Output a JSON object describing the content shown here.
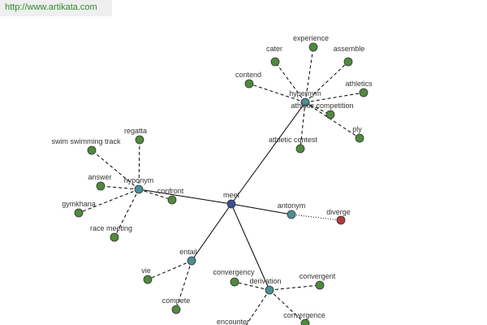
{
  "banner": {
    "url": "http://www.artikata.com"
  },
  "colors": {
    "center": "#3c4e92",
    "relation": "#4a8f93",
    "word": "#4f8a3c",
    "antonym_word": "#b23a3a"
  },
  "graph": {
    "nodes": [
      {
        "id": "meet",
        "label": "meet",
        "kind": "center"
      },
      {
        "id": "hypernym_top",
        "label": "hypernym",
        "kind": "relation"
      },
      {
        "id": "hyponym",
        "label": "hyponym",
        "kind": "relation"
      },
      {
        "id": "antonym",
        "label": "antonym",
        "kind": "relation"
      },
      {
        "id": "entail",
        "label": "entail",
        "kind": "relation"
      },
      {
        "id": "derivation",
        "label": "derivation",
        "kind": "relation"
      },
      {
        "id": "cater",
        "label": "cater",
        "kind": "word"
      },
      {
        "id": "experience",
        "label": "experience",
        "kind": "word"
      },
      {
        "id": "assemble",
        "label": "assemble",
        "kind": "word"
      },
      {
        "id": "contend",
        "label": "contend",
        "kind": "word"
      },
      {
        "id": "athletics",
        "label": "athletics",
        "kind": "word"
      },
      {
        "id": "athletic_competition",
        "label": "athletic competition",
        "kind": "word"
      },
      {
        "id": "ply",
        "label": "ply",
        "kind": "word"
      },
      {
        "id": "athletic_contest",
        "label": "athletic contest",
        "kind": "word"
      },
      {
        "id": "regatta",
        "label": "regatta",
        "kind": "word"
      },
      {
        "id": "swim_track",
        "label": "swim swimming track",
        "kind": "word"
      },
      {
        "id": "answer",
        "label": "answer",
        "kind": "word"
      },
      {
        "id": "confront",
        "label": "confront",
        "kind": "word"
      },
      {
        "id": "gymkhana",
        "label": "gymkhana",
        "kind": "word"
      },
      {
        "id": "race_meeting",
        "label": "race meeting",
        "kind": "word"
      },
      {
        "id": "diverge",
        "label": "diverge",
        "kind": "antonym_word"
      },
      {
        "id": "vie",
        "label": "vie",
        "kind": "word"
      },
      {
        "id": "compete",
        "label": "compete",
        "kind": "word"
      },
      {
        "id": "convergency",
        "label": "convergency",
        "kind": "word"
      },
      {
        "id": "convergent",
        "label": "convergent",
        "kind": "word"
      },
      {
        "id": "convergence",
        "label": "convergence",
        "kind": "word"
      },
      {
        "id": "encounter",
        "label": "encounter",
        "kind": "word"
      }
    ],
    "edges": [
      {
        "from": "meet",
        "to": "hypernym_top",
        "style": "solid"
      },
      {
        "from": "meet",
        "to": "hyponym",
        "style": "solid"
      },
      {
        "from": "meet",
        "to": "antonym",
        "style": "solid"
      },
      {
        "from": "meet",
        "to": "entail",
        "style": "solid"
      },
      {
        "from": "meet",
        "to": "derivation",
        "style": "solid"
      },
      {
        "from": "hypernym_top",
        "to": "cater",
        "style": "dashed"
      },
      {
        "from": "hypernym_top",
        "to": "experience",
        "style": "dashed"
      },
      {
        "from": "hypernym_top",
        "to": "assemble",
        "style": "dashed"
      },
      {
        "from": "hypernym_top",
        "to": "contend",
        "style": "dashed"
      },
      {
        "from": "hypernym_top",
        "to": "athletics",
        "style": "dashed"
      },
      {
        "from": "hypernym_top",
        "to": "athletic_competition",
        "style": "dashed"
      },
      {
        "from": "hypernym_top",
        "to": "ply",
        "style": "dashed"
      },
      {
        "from": "hypernym_top",
        "to": "athletic_contest",
        "style": "dashed"
      },
      {
        "from": "hyponym",
        "to": "regatta",
        "style": "dashed"
      },
      {
        "from": "hyponym",
        "to": "swim_track",
        "style": "dashed"
      },
      {
        "from": "hyponym",
        "to": "answer",
        "style": "dashed"
      },
      {
        "from": "hyponym",
        "to": "confront",
        "style": "dashed"
      },
      {
        "from": "hyponym",
        "to": "gymkhana",
        "style": "dashed"
      },
      {
        "from": "hyponym",
        "to": "race_meeting",
        "style": "dashed"
      },
      {
        "from": "antonym",
        "to": "diverge",
        "style": "dotted"
      },
      {
        "from": "entail",
        "to": "vie",
        "style": "dashed"
      },
      {
        "from": "entail",
        "to": "compete",
        "style": "dashed"
      },
      {
        "from": "derivation",
        "to": "convergency",
        "style": "dashed"
      },
      {
        "from": "derivation",
        "to": "convergent",
        "style": "dashed"
      },
      {
        "from": "derivation",
        "to": "convergence",
        "style": "dashed"
      },
      {
        "from": "derivation",
        "to": "encounter",
        "style": "dashed"
      }
    ]
  }
}
